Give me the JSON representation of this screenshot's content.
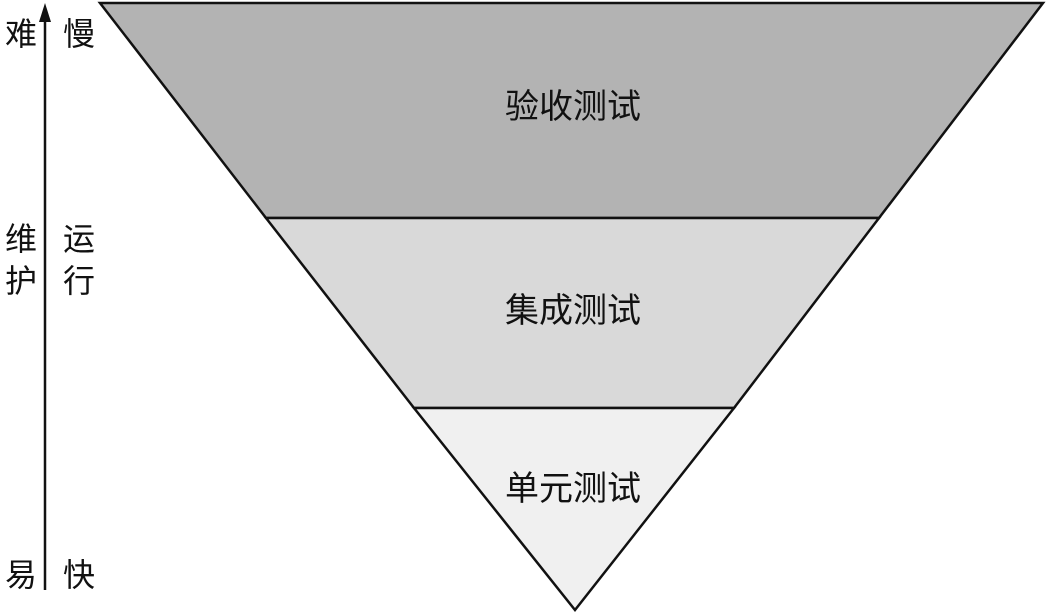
{
  "layers": [
    {
      "label": "验收测试",
      "fill": "#b3b3b3"
    },
    {
      "label": "集成测试",
      "fill": "#d9d9d9"
    },
    {
      "label": "单元测试",
      "fill": "#f0f0f0"
    }
  ],
  "left_axis": {
    "top": "难",
    "middle_1": "维",
    "middle_2": "护",
    "bottom": "易"
  },
  "right_axis": {
    "top": "慢",
    "middle_1": "运",
    "middle_2": "行",
    "bottom": "快"
  },
  "colors": {
    "stroke": "#111111",
    "background": "#ffffff"
  }
}
